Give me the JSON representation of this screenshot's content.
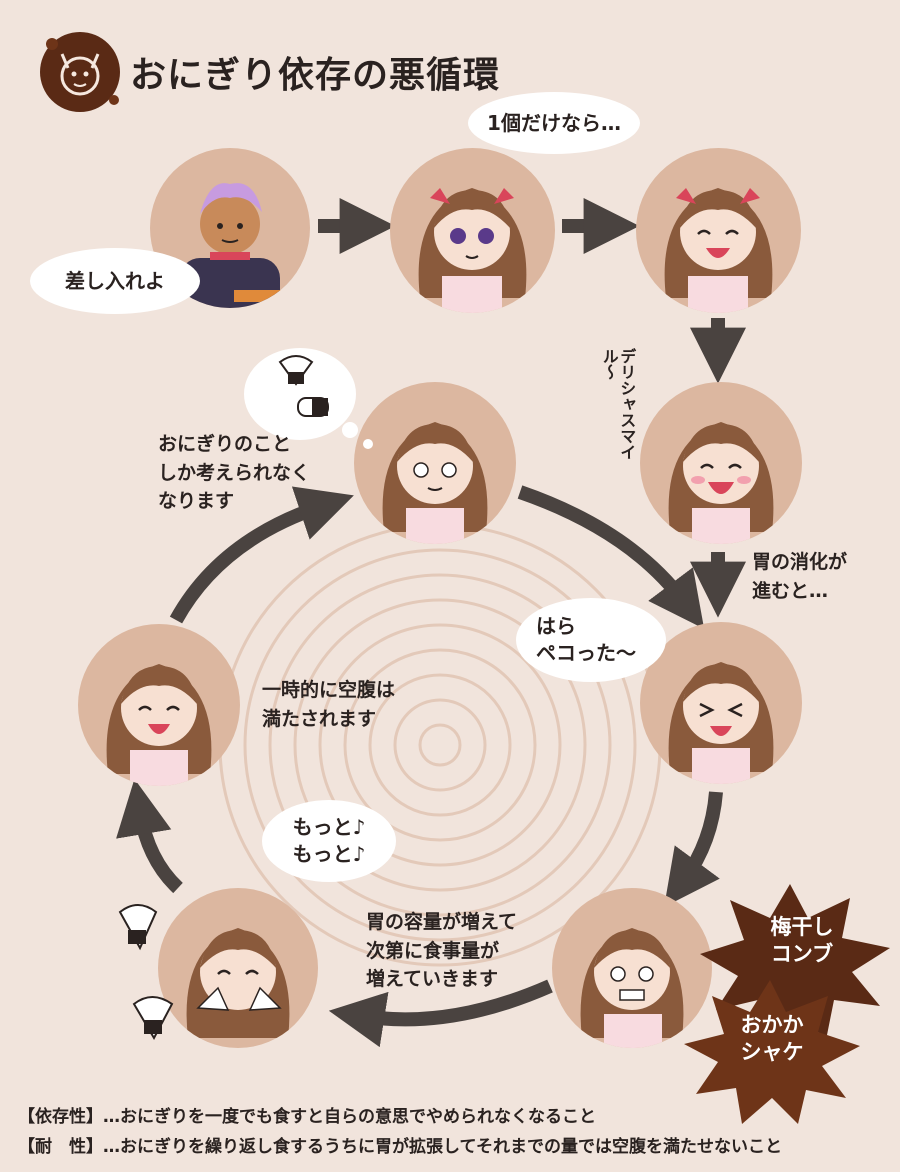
{
  "title": "おにぎり依存の悪循環",
  "bubbles": {
    "sashiire": "差し入れよ",
    "ikko": "1個だけなら…",
    "hara_line1": "はら",
    "hara_line2": "ペコった〜",
    "motto_line1": "もっと♪",
    "motto_line2": "もっと♪"
  },
  "labels": {
    "delicious_smile": "デリシャスマイル〜",
    "digestion": "胃の消化が\n進むと…",
    "only_onigiri": "おにぎりのこと\nしか考えられなく\nなります",
    "temporarily": "一時的に空腹は\n満たされます",
    "capacity": "胃の容量が増えて\n次第に食事量が\n増えていきます"
  },
  "bursts": {
    "umeboshi": "梅干し\nコンブ",
    "okaka": "おかか\nシャケ"
  },
  "definitions": {
    "dependency": "【依存性】…おにぎりを一度でも食すと自らの意思でやめられなくなること",
    "tolerance": "【耐　性】…おにぎりを繰り返し食するうちに胃が拡張してそれまでの量では空腹を満たせないこと"
  },
  "colors": {
    "background": "#f1e4dc",
    "circle": "#dcb7a0",
    "arrow": "#4a4340",
    "burst_dark": "#5a2a15",
    "burst_mid": "#6e3418",
    "hair": "#8a5a3c",
    "ribbon": "#d9455a"
  }
}
